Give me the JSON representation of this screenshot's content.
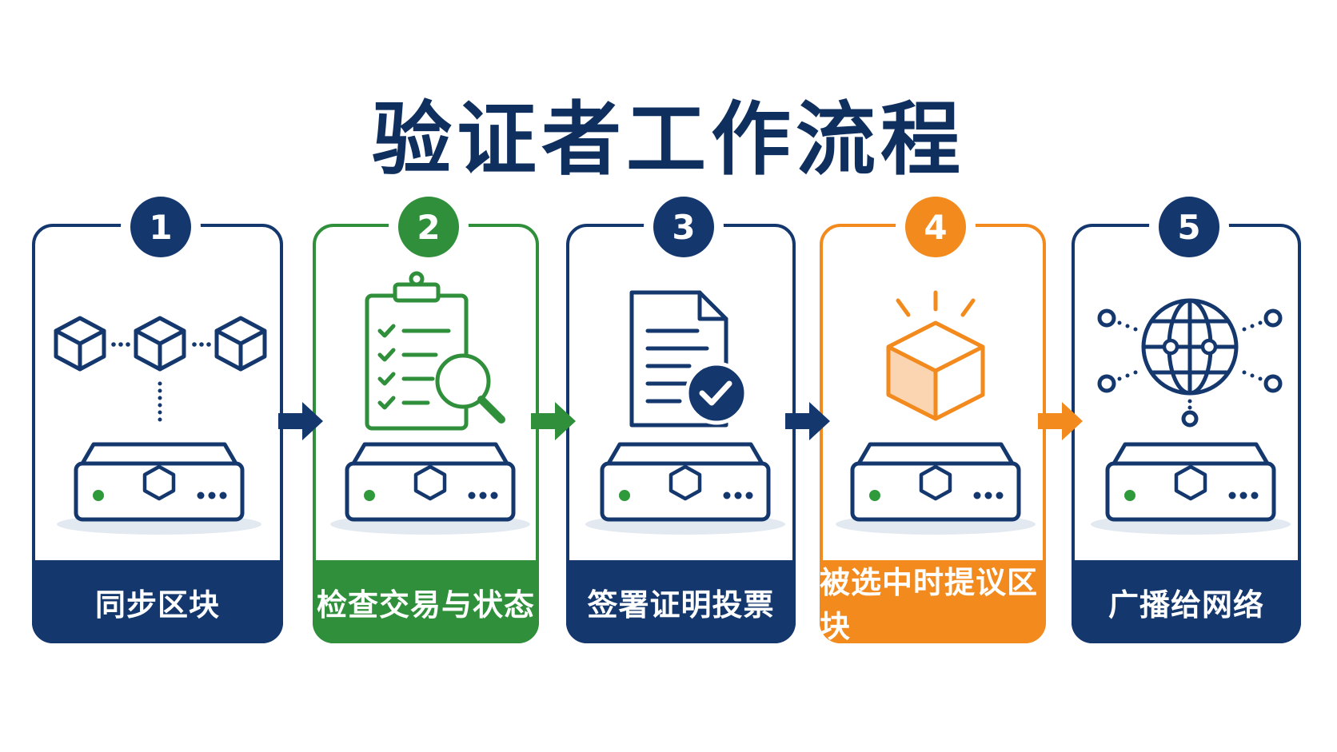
{
  "title": "验证者工作流程",
  "colors": {
    "navy": "#14386e",
    "green": "#2f8f3a",
    "orange": "#f28a1e",
    "cube_fill": "#fbd5b2",
    "led": "#2f9a3c",
    "shadow": "#e3e9f1"
  },
  "steps": [
    {
      "number": "1",
      "label": "同步区块",
      "color": "navy",
      "icon": "blockchain-cubes-icon"
    },
    {
      "number": "2",
      "label": "检查交易与状态",
      "color": "green",
      "icon": "clipboard-magnifier-icon"
    },
    {
      "number": "3",
      "label": "签署证明投票",
      "color": "navy",
      "icon": "signed-document-icon"
    },
    {
      "number": "4",
      "label": "被选中时提议区块",
      "color": "orange",
      "icon": "glowing-block-icon"
    },
    {
      "number": "5",
      "label": "广播给网络",
      "color": "navy",
      "icon": "globe-network-icon"
    }
  ],
  "arrows": [
    {
      "color": "navy"
    },
    {
      "color": "green"
    },
    {
      "color": "navy"
    },
    {
      "color": "orange"
    }
  ]
}
